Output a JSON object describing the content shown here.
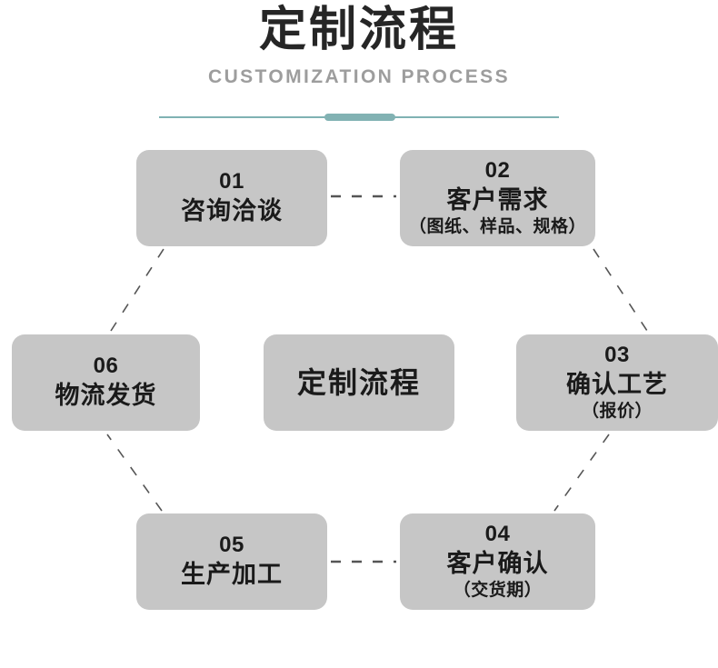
{
  "header": {
    "title": "定制流程",
    "subtitle": "CUSTOMIZATION PROCESS",
    "accent_color": "#7fb2b3"
  },
  "diagram": {
    "type": "process-flow",
    "card_color": "#c6c6c6",
    "connector_style": "dashed",
    "connector_color": "#555555",
    "center": {
      "title": "定制流程"
    },
    "steps": [
      {
        "num": "01",
        "title": "咨询洽谈",
        "note": ""
      },
      {
        "num": "02",
        "title": "客户需求",
        "note": "（图纸、样品、规格）"
      },
      {
        "num": "03",
        "title": "确认工艺",
        "note": "（报价）"
      },
      {
        "num": "04",
        "title": "客户确认",
        "note": "（交货期）"
      },
      {
        "num": "05",
        "title": "生产加工",
        "note": ""
      },
      {
        "num": "06",
        "title": "物流发货",
        "note": ""
      }
    ]
  }
}
